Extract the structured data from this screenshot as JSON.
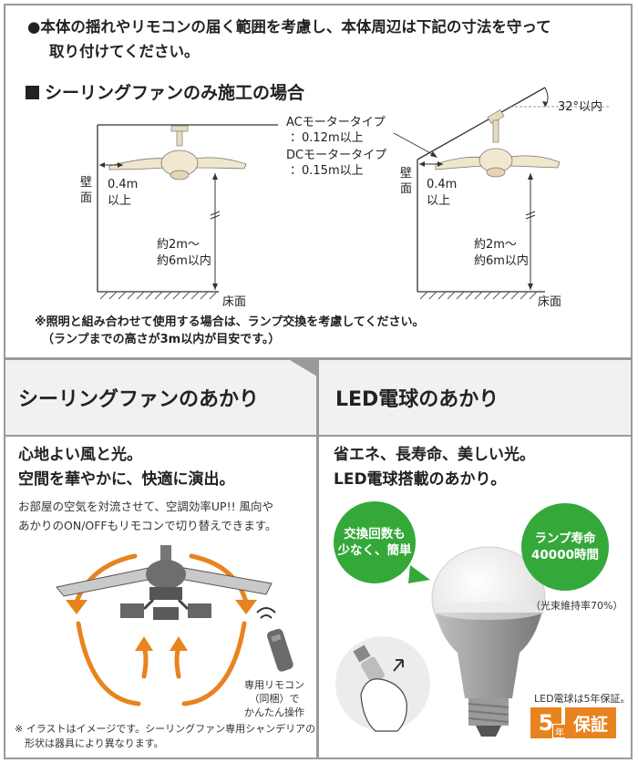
{
  "top_note": {
    "line1": "●本体の揺れやリモコンの届く範囲を考慮し、本体周辺は下記の寸法を守って",
    "line2": "取り付けてください。"
  },
  "section_title": "シーリングファンのみ施工の場合",
  "diagram_left": {
    "wall": "壁面",
    "wall_distance": "0.4m\n以上",
    "height": "約2m〜\n約6m以内",
    "floor": "床面"
  },
  "diagram_right": {
    "ac_label": "ACモータータイプ",
    "ac_value": "：0.12m以上",
    "dc_label": "DCモータータイプ",
    "dc_value": "：0.15m以上",
    "angle": "32°以内",
    "wall": "壁面",
    "wall_distance": "0.4m\n以上",
    "height": "約2m〜\n約6m以内",
    "floor": "床面"
  },
  "bottom_note": {
    "line1": "※照明と組み合わせて使用する場合は、ランプ交換を考慮してください。",
    "line2": "（ランプまでの高さが3m以内が目安です。）"
  },
  "left_panel": {
    "header": "シーリングファンのあかり",
    "headline1": "心地よい風と光。",
    "headline2": "空間を華やかに、快適に演出。",
    "desc1": "お部屋の空気を対流させて、空調効率UP!! 風向や",
    "desc2": "あかりのON/OFFもリモコンで切り替えできます。",
    "remote1": "専用リモコン",
    "remote2": "（同梱）で",
    "remote3": "かんたん操作",
    "footnote1": "※ イラストはイメージです。シーリングファン専用シャンデリアの",
    "footnote2": "　形状は器具により異なります。"
  },
  "right_panel": {
    "header": "LED電球のあかり",
    "headline1": "省エネ、長寿命、美しい光。",
    "headline2": "LED電球搭載のあかり。",
    "bubble1": "交換回数も\n少なく、簡単",
    "bubble2": "ランプ寿命\n40000時間",
    "lumen": "（光束維持率70%）",
    "warranty_note": "LED電球は5年保証。",
    "warranty_num": "5",
    "warranty_unit": "年",
    "warranty_text": "保証"
  },
  "colors": {
    "green": "#35a83a",
    "orange": "#e8831f",
    "border": "#9a9a9a",
    "band": "#f1f1f1"
  }
}
